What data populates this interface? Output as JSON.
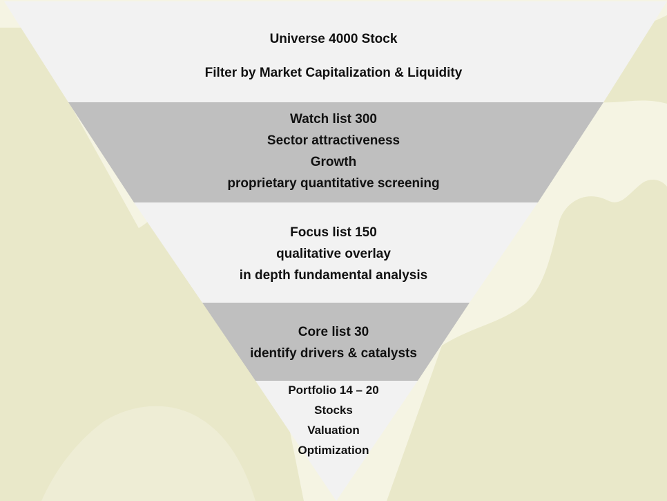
{
  "funnel": {
    "levels": [
      {
        "lines": [
          "Universe 4000 Stock",
          "Filter by Market Capitalization & Liquidity"
        ],
        "fill": "#f2f2f2"
      },
      {
        "lines": [
          "Watch list 300",
          "Sector attractiveness",
          "Growth",
          "proprietary quantitative screening"
        ],
        "fill": "#bfbfbf"
      },
      {
        "lines": [
          "Focus list 150",
          "qualitative overlay",
          "in depth fundamental analysis"
        ],
        "fill": "#f2f2f2"
      },
      {
        "lines": [
          "Core list 30",
          "identify drivers & catalysts"
        ],
        "fill": "#bfbfbf"
      },
      {
        "lines": [
          "Portfolio 14 – 20",
          "Stocks",
          "Valuation",
          "Optimization"
        ],
        "fill": "#f2f2f2"
      }
    ]
  },
  "colors": {
    "background": "#f5f4e3",
    "background_art": "#e9e8c9",
    "light_band": "#f2f2f2",
    "dark_band": "#bfbfbf"
  }
}
